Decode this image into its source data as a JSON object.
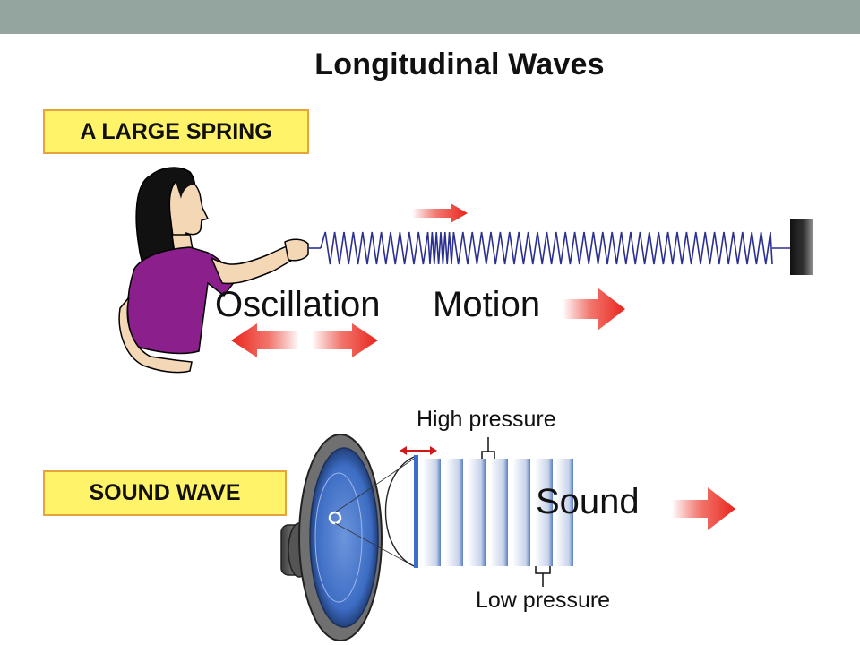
{
  "title": "Longitudinal Waves",
  "spring_section": {
    "label": "A LARGE SPRING",
    "oscillation_label": "Oscillation",
    "motion_label": "Motion"
  },
  "sound_section": {
    "label": "SOUND WAVE",
    "sound_label": "Sound",
    "high_pressure_label": "High pressure",
    "low_pressure_label": "Low pressure"
  },
  "colors": {
    "label_fill": "#fff36a",
    "label_border": "#e7a33e",
    "arrow_red": "#e8231c",
    "spring_blue": "#2b2f8f",
    "speaker_blue": "#3d6dc4",
    "top_bar": "#94a59f"
  }
}
